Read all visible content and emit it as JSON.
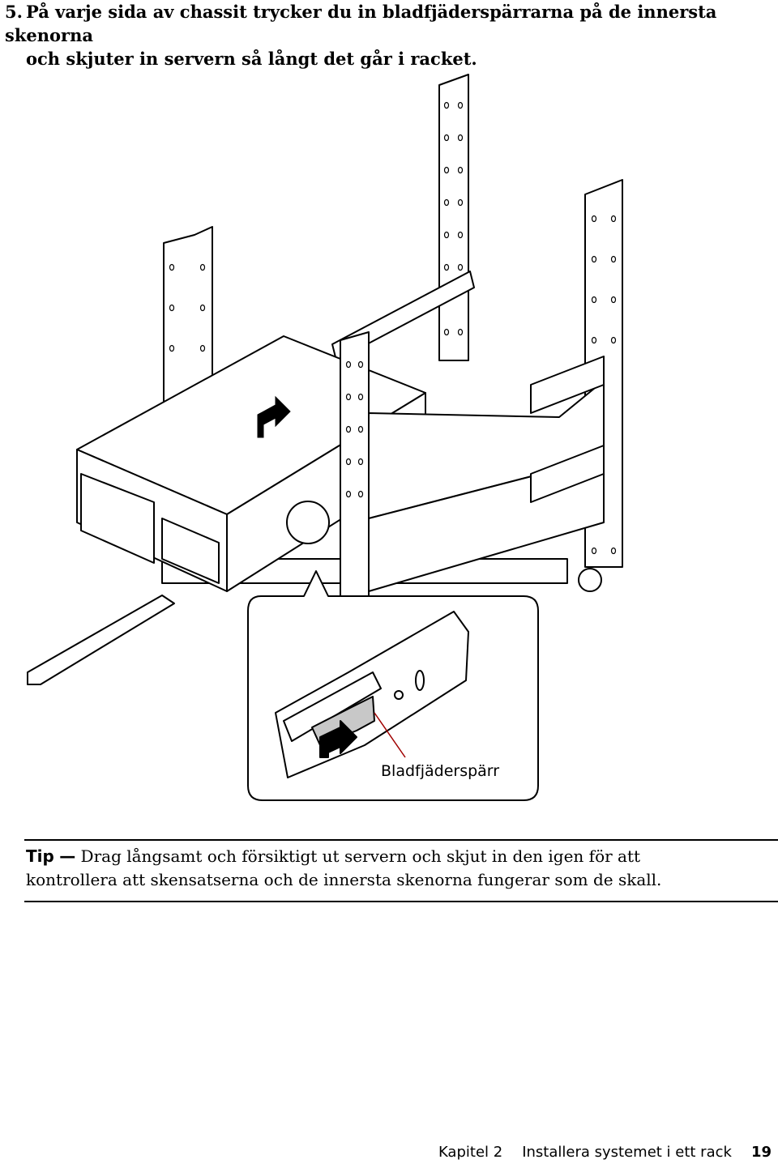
{
  "step": {
    "number": "5.",
    "line1": "På varje sida av chassit trycker du in bladfjäderspärrarna på de innersta skenorna",
    "line2": "och skjuter in servern så långt det går i racket."
  },
  "figure": {
    "callout_label": "Bladfjäderspärr"
  },
  "tip": {
    "label": "Tip",
    "dash": "—",
    "line1": "Drag långsamt och försiktigt ut servern och skjut in den igen för att",
    "line2": "kontrollera att skensatserna och de innersta skenorna fungerar som de skall."
  },
  "footer": {
    "chapter": "Kapitel 2",
    "title": "Installera systemet i ett rack",
    "page": "19"
  }
}
